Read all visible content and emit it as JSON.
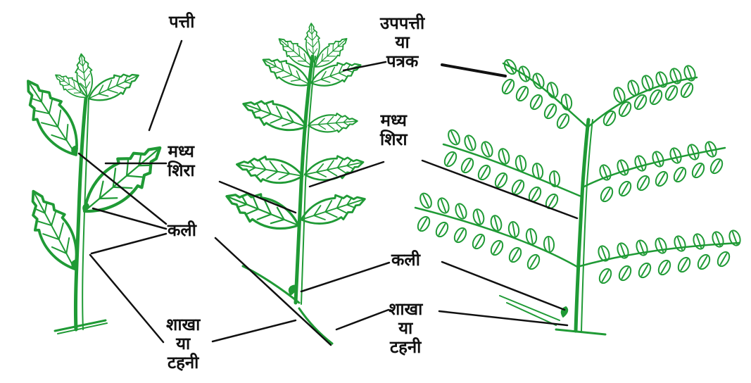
{
  "labels": {
    "patti": "पत्ती",
    "upapatti": [
      "उपपत्ती",
      "या",
      "पत्रक"
    ],
    "madhya_shira_left": [
      "मध्य",
      "शिरा"
    ],
    "madhya_shira_right": [
      "मध्य",
      "शिरा"
    ],
    "kali_left": "कली",
    "kali_right": "कली",
    "shakha_left": [
      "शाखा",
      "या",
      "टहनी"
    ],
    "shakha_right": [
      "शाखा",
      "या",
      "टहनी"
    ]
  },
  "colors": {
    "plant": "#1f9a35",
    "plant_dark": "#167a2a",
    "leader_line": "#111111",
    "label_text": "#111111"
  }
}
